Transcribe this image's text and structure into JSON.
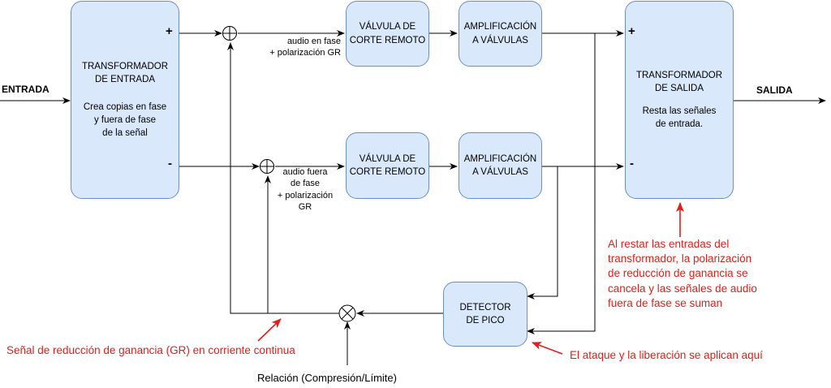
{
  "input_label": "ENTRADA",
  "output_label": "SALIDA",
  "plus": "+",
  "minus": "-",
  "input_transformer": {
    "title": [
      "TRANSFORMADOR",
      "DE ENTRADA"
    ],
    "desc": [
      "Crea copias en fase",
      "y fuera de fase",
      "de la señal"
    ]
  },
  "output_transformer": {
    "title": [
      "TRANSFORMADOR",
      "DE SALIDA"
    ],
    "desc": [
      "Resta las señales",
      "de entrada."
    ]
  },
  "valve_top": [
    "VÁLVULA DE",
    "CORTE REMOTO"
  ],
  "valve_bottom": [
    "VÁLVULA DE",
    "CORTE REMOTO"
  ],
  "amp_top": [
    "AMPLIFICACIÓN",
    "A VÁLVULAS"
  ],
  "amp_bottom": [
    "AMPLIFICACIÓN",
    "A VÁLVULAS"
  ],
  "detector": [
    "DETECTOR",
    "DE PICO"
  ],
  "sum_top_label": [
    "audio en fase",
    "+ polarización GR"
  ],
  "sum_bottom_label": [
    "audio fuera",
    "de fase",
    "+ polarización",
    "GR"
  ],
  "ratio_label": "Relación (Compresión/Límite)",
  "annotations": {
    "cancel_note": [
      "Al restar las entradas del",
      "transformador, la polarización",
      "de reducción de ganancia se",
      "cancela y las señales de audio",
      "fuera de fase se suman"
    ],
    "gr_signal": "Señal de reducción de ganancia (GR) en corriente continua",
    "attack_release": "El ataque y la liberación se aplican aquí"
  },
  "colors": {
    "box_fill": "#dae8fc",
    "box_border": "#6c8ebf",
    "annotation": "#e0201b",
    "line": "#000000"
  }
}
